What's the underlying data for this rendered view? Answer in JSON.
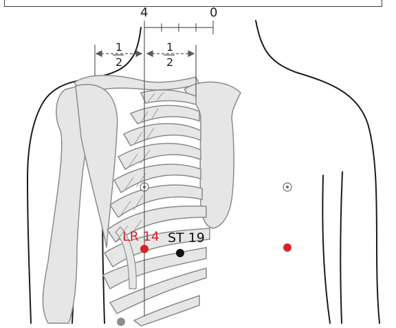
{
  "scale": {
    "label_left": "4",
    "label_right": "0",
    "frac_left": {
      "num": "1",
      "den": "2"
    },
    "frac_right": {
      "num": "1",
      "den": "2"
    }
  },
  "points": {
    "lr14": {
      "label": "LR 14",
      "color": "#d8232a"
    },
    "st19": {
      "label": "ST 19",
      "color": "#111111"
    },
    "mirror_color": "#d8232a",
    "lower_color": "#8e8e8e"
  },
  "colors": {
    "bone_fill": "#e6e6e6",
    "bone_stroke": "#8a8a8a",
    "outline": "#1a1a1a"
  }
}
